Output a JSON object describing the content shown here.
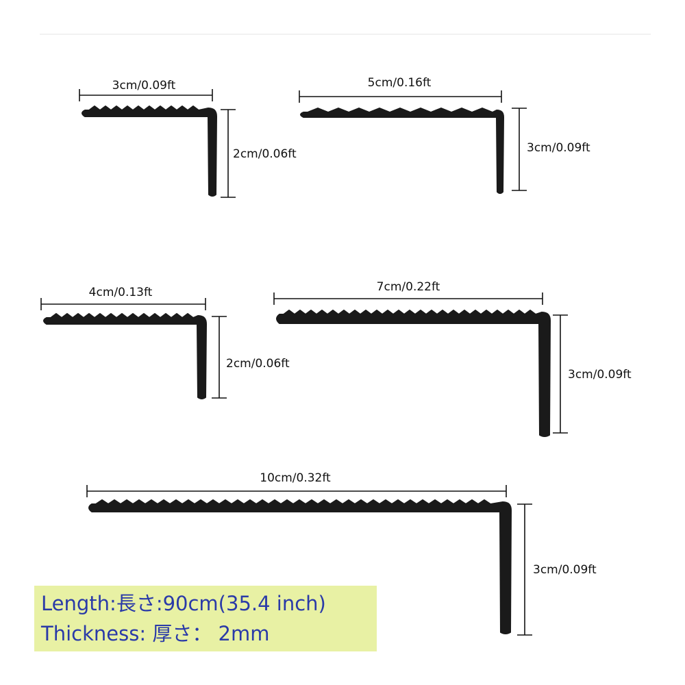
{
  "profiles": [
    {
      "id": "p1",
      "width_label": "3cm/0.09ft",
      "height_label": "2cm/0.06ft"
    },
    {
      "id": "p2",
      "width_label": "5cm/0.16ft",
      "height_label": "3cm/0.09ft"
    },
    {
      "id": "p3",
      "width_label": "4cm/0.13ft",
      "height_label": "2cm/0.06ft"
    },
    {
      "id": "p4",
      "width_label": "7cm/0.22ft",
      "height_label": "3cm/0.09ft"
    },
    {
      "id": "p5",
      "width_label": "10cm/0.32ft",
      "height_label": "3cm/0.09ft"
    }
  ],
  "specs": {
    "length_label": "Length:",
    "length_value": "長さ:90cm(35.4 inch)",
    "thickness_label": "Thickness: ",
    "thickness_value": "厚さ： 2mm"
  },
  "colors": {
    "profile": "#1a1a1a",
    "spec_background": "#e8f1a4",
    "spec_text": "#2a3aa8"
  }
}
